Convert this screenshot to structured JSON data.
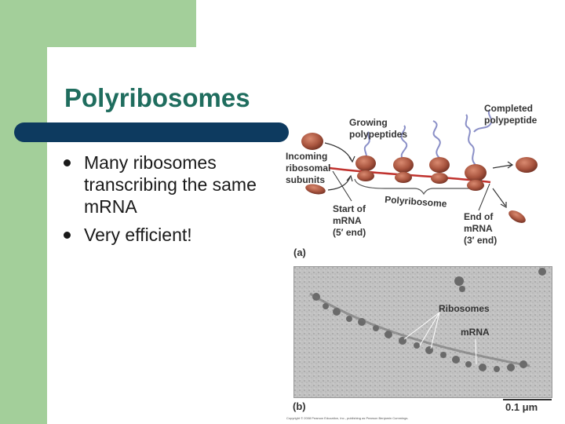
{
  "slide": {
    "title": "Polyribosomes",
    "bullets": [
      "Many ribosomes transcribing the same mRNA",
      "Very efficient!"
    ],
    "colors": {
      "green": "#a3cf9a",
      "navy": "#0d3a5f",
      "title": "#1f6d5e"
    }
  },
  "figure": {
    "labels": {
      "completed_line1": "Completed",
      "completed_line2": "polypeptide",
      "growing_line1": "Growing",
      "growing_line2": "polypeptides",
      "incoming_line1": "Incoming",
      "incoming_line2": "ribosomal",
      "incoming_line3": "subunits",
      "polyribosome": "Polyribosome",
      "start_line1": "Start of",
      "start_line2": "mRNA",
      "start_line3": "(5′ end)",
      "end_line1": "End of",
      "end_line2": "mRNA",
      "end_line3": "(3′ end)",
      "panel_a": "(a)"
    },
    "micrograph": {
      "ribosomes_label": "Ribosomes",
      "mrna_label": "mRNA",
      "panel_b": "(b)",
      "scale": "0.1 μm"
    },
    "copyright": "Copyright © 2008 Pearson Education, Inc., publishing as Pearson Benjamin Cummings."
  }
}
